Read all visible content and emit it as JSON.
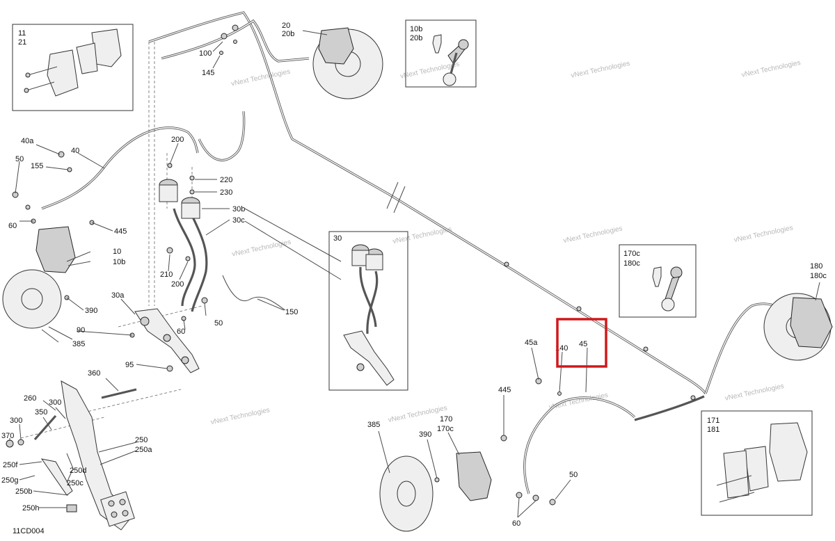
{
  "diagram_code": "11CD004",
  "highlight_color": "#d0191c",
  "watermark": "vNext Technologies",
  "callouts": {
    "l_11": "11",
    "l_21": "21",
    "l_10b_a": "10b",
    "l_20b_a": "20b",
    "l_20": "20",
    "l_20b": "20b",
    "l_100": "100",
    "l_145": "145",
    "l_40a": "40a",
    "l_40": "40",
    "l_50_a": "50",
    "l_155": "155",
    "l_60_a": "60",
    "l_200_a": "200",
    "l_220": "220",
    "l_230": "230",
    "l_30b": "30b",
    "l_30c": "30c",
    "l_445_a": "445",
    "l_10": "10",
    "l_10b": "10b",
    "l_210": "210",
    "l_200_b": "200",
    "l_150": "150",
    "l_390_a": "390",
    "l_30a": "30a",
    "l_90": "90",
    "l_60_b": "60",
    "l_50_b": "50",
    "l_385_a": "385",
    "l_95": "95",
    "l_30": "30",
    "l_170c_b": "170c",
    "l_180c_b": "180c",
    "l_180": "180",
    "l_180c": "180c",
    "l_45a": "45a",
    "l_140": "140",
    "l_45": "45",
    "l_445_b": "445",
    "l_360": "360",
    "l_260": "260",
    "l_300_a": "300",
    "l_300_b": "300",
    "l_350": "350",
    "l_370": "370",
    "l_250": "250",
    "l_250a": "250a",
    "l_250f": "250f",
    "l_250g": "250g",
    "l_250d": "250d",
    "l_250c": "250c",
    "l_250b": "250b",
    "l_250h": "250h",
    "l_385_b": "385",
    "l_390_b": "390",
    "l_170": "170",
    "l_170c": "170c",
    "l_50_c": "50",
    "l_60_c": "60",
    "l_171": "171",
    "l_181": "181"
  }
}
